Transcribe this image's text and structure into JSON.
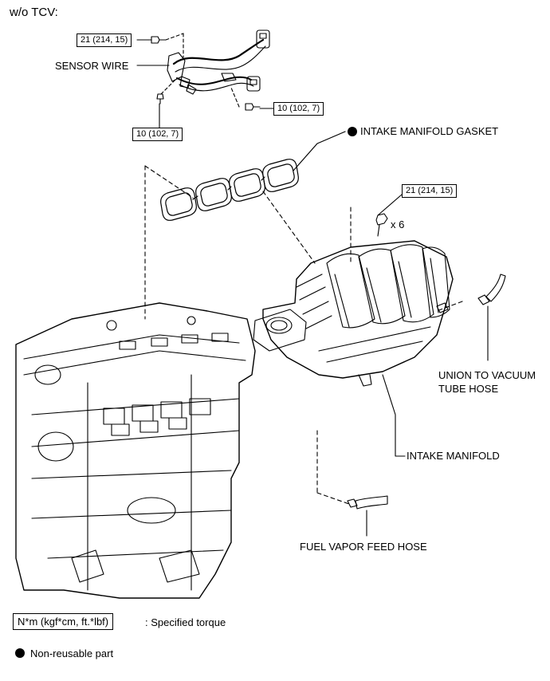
{
  "diagram": {
    "title": "w/o TCV:",
    "labels": {
      "sensor_wire": "SENSOR WIRE",
      "gasket": "INTAKE MANIFOLD GASKET",
      "count": "x 6",
      "union_line1": "UNION TO VACUUM",
      "union_line2": "TUBE HOSE",
      "manifold": "INTAKE MANIFOLD",
      "fuel_hose": "FUEL VAPOR FEED HOSE"
    },
    "torques": {
      "sensor_top": "21 (214, 15)",
      "sensor_right": "10 (102, 7)",
      "sensor_left": "10 (102, 7)",
      "manifold_bolts": "21 (214, 15)"
    },
    "legend": {
      "torque_box": "N*m (kgf*cm, ft.*lbf)",
      "torque_text": ": Specified torque",
      "nonreusable_text": "Non-reusable part"
    },
    "colors": {
      "ink": "#000000",
      "paper": "#ffffff"
    }
  }
}
